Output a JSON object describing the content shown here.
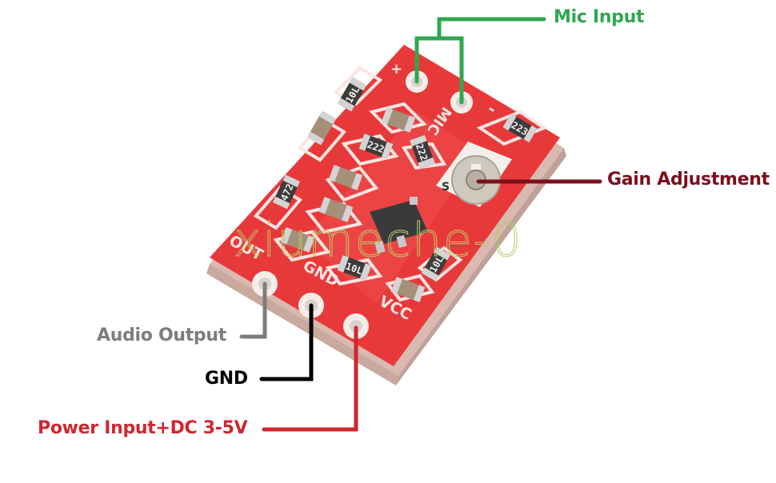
{
  "diagram": {
    "title": "Microphone amplifier module pinout",
    "watermark": "xiumeche-0",
    "colors": {
      "board": "#e8393a",
      "board_edge": "#d7b3a8",
      "silkscreen": "#fbe4e1",
      "mic": "#2ea84e",
      "gain": "#7a0f1c",
      "audio": "#7d7d7d",
      "gnd": "#000000",
      "power": "#d1262f"
    },
    "silkscreen": {
      "plus": "+",
      "minus": "-",
      "mic": "MIC",
      "out": "OUT",
      "gnd": "GND",
      "vcc": "VCC"
    },
    "components": [
      {
        "id": "r1",
        "kind": "resistor",
        "marking": "10L"
      },
      {
        "id": "r2",
        "kind": "resistor",
        "marking": "222"
      },
      {
        "id": "r3",
        "kind": "resistor",
        "marking": "222"
      },
      {
        "id": "r4",
        "kind": "resistor",
        "marking": "223"
      },
      {
        "id": "r5",
        "kind": "resistor",
        "marking": "472"
      },
      {
        "id": "r6",
        "kind": "resistor",
        "marking": "10L"
      },
      {
        "id": "r7",
        "kind": "resistor",
        "marking": "10L"
      },
      {
        "id": "c1",
        "kind": "capacitor"
      },
      {
        "id": "c2",
        "kind": "capacitor"
      },
      {
        "id": "c3",
        "kind": "capacitor"
      },
      {
        "id": "c4",
        "kind": "capacitor"
      },
      {
        "id": "c5",
        "kind": "capacitor"
      },
      {
        "id": "c6",
        "kind": "capacitor"
      },
      {
        "id": "ic1",
        "kind": "ic"
      },
      {
        "id": "pot1",
        "kind": "trimmer-potentiometer",
        "marking": "S"
      }
    ],
    "callouts": [
      {
        "id": "mic",
        "label": "Mic Input",
        "pins": [
          "MIC+",
          "MIC-"
        ]
      },
      {
        "id": "gain",
        "label": "Gain Adjustment",
        "pins": [
          "pot"
        ]
      },
      {
        "id": "audio",
        "label": "Audio Output",
        "pins": [
          "OUT"
        ]
      },
      {
        "id": "gnd",
        "label": "GND",
        "pins": [
          "GND"
        ]
      },
      {
        "id": "power",
        "label": "Power Input+DC 3-5V",
        "pins": [
          "VCC"
        ]
      }
    ]
  }
}
